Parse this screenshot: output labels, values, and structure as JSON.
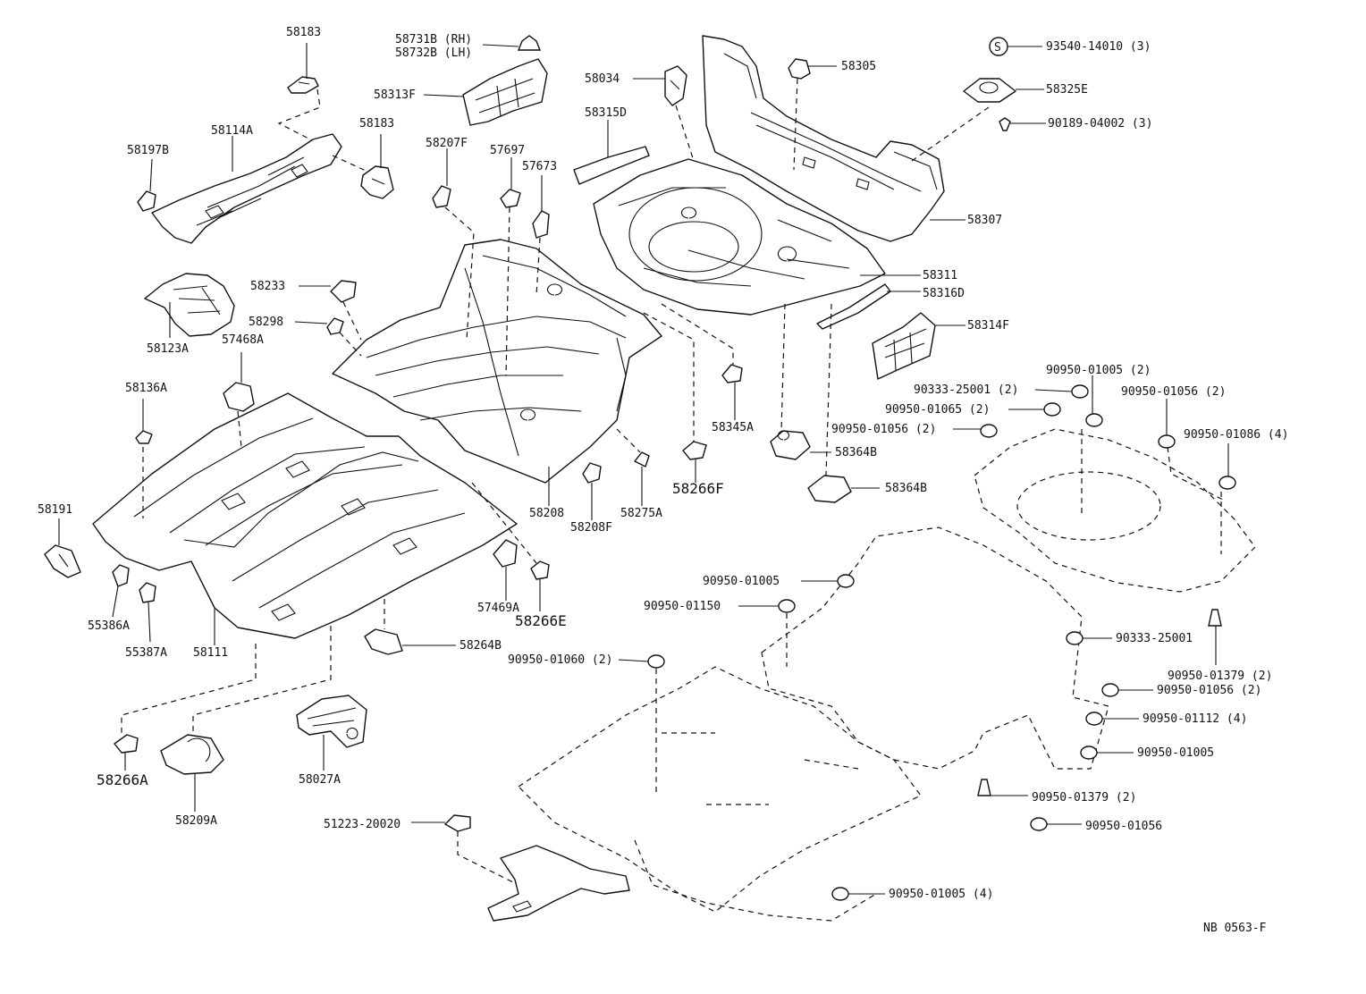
{
  "diagram": {
    "code": "NB 0563-F",
    "labels": {
      "l58183a": "58183",
      "l58731b": "58731B (RH)",
      "l58732b": "58732B (LH)",
      "l58313f": "58313F",
      "l58034": "58034",
      "l58305": "58305",
      "l93540": "93540-14010 (3)",
      "l58325e": "58325E",
      "l90189": "90189-04002 (3)",
      "l58183b": "58183",
      "l58114a": "58114A",
      "l58197b": "58197B",
      "l58315d": "58315D",
      "l58207f": "58207F",
      "l57697": "57697",
      "l57673": "57673",
      "l58307": "58307",
      "l58311": "58311",
      "l58316d": "58316D",
      "l58233": "58233",
      "l58298": "58298",
      "l58123a": "58123A",
      "l57468a": "57468A",
      "l58314f": "58314F",
      "l58136a": "58136A",
      "l90950_01005_2": "90950-01005 (2)",
      "l90333_25001_2": "90333-25001 (2)",
      "l90950_01056_2a": "90950-01056 (2)",
      "l90950_01065_2": "90950-01065 (2)",
      "l58345a": "58345A",
      "l90950_01056_2b": "90950-01056 (2)",
      "l90950_01086_4": "90950-01086 (4)",
      "l58364b_a": "58364B",
      "l58266f": "58266F",
      "l58364b_b": "58364B",
      "l58191": "58191",
      "l58208": "58208",
      "l58275a": "58275A",
      "l58208f": "58208F",
      "l90950_01005": "90950-01005",
      "l90950_01150": "90950-01150",
      "l55386a": "55386A",
      "l57469a": "57469A",
      "l58266e": "58266E",
      "l55387a": "55387A",
      "l58111": "58111",
      "l58264b": "58264B",
      "l90950_01060_2": "90950-01060 (2)",
      "l90333_25001": "90333-25001",
      "l90950_01379_2a": "90950-01379 (2)",
      "l90950_01056_2c": "90950-01056 (2)",
      "l90950_01112_4": "90950-01112 (4)",
      "l90950_01005b": "90950-01005",
      "l58266a": "58266A",
      "l58027a": "58027A",
      "l90950_01379_2b": "90950-01379 (2)",
      "l58209a": "58209A",
      "l51223": "51223-20020",
      "l90950_01056": "90950-01056",
      "l90950_01005_4": "90950-01005 (4)",
      "washer_symbol": "S"
    }
  }
}
